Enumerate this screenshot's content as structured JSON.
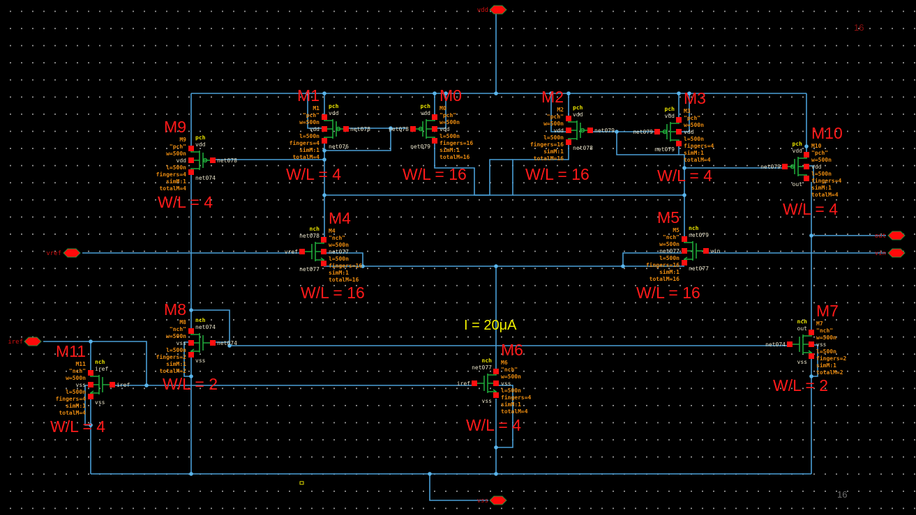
{
  "schematic": {
    "current_annotation": "I = 20μA",
    "corner_label_top": "16",
    "corner_label_bottom": "16",
    "colors": {
      "wire": "#4a9fd8",
      "pin": "#ff1010",
      "label": "#ff1a1a",
      "param": "#e88a10",
      "symbol": "#1fa83a",
      "background": "#000000"
    },
    "pins": [
      {
        "name": "vdd"
      },
      {
        "name": "vss"
      },
      {
        "name": "vref"
      },
      {
        "name": "iref"
      },
      {
        "name": "out"
      },
      {
        "name": "vin"
      }
    ],
    "transistors": [
      {
        "name": "M1",
        "inst": "M1",
        "type": "pch",
        "model": "\"pch\"",
        "w": "w=500n",
        "l": "l=500n",
        "fingers": "fingers=4",
        "simM": "simM:1",
        "totalM": "totalM=4",
        "top": "vdd",
        "gate": "net078",
        "bulk": "vdd",
        "bottom": "net076",
        "wl": "W/L = 4"
      },
      {
        "name": "M0",
        "inst": "M0",
        "type": "pch",
        "model": "\"pch\"",
        "w": "w=500n",
        "l": "l=500n",
        "fingers": "fingers=16",
        "simM": "simM:1",
        "totalM": "totalM=16",
        "top": "vdd",
        "gate": "net078",
        "bulk": "vdd",
        "bottom": "net079",
        "wl": "W/L = 16"
      },
      {
        "name": "M2",
        "inst": "M2",
        "type": "pch",
        "model": "\"pch\"",
        "w": "w=500n",
        "l": "l=500n",
        "fingers": "fingers=16",
        "simM": "simM:1",
        "totalM": "totalM=16",
        "top": "vdd",
        "gate": "net079",
        "bulk": "vdd",
        "bottom": "net078",
        "wl": "W/L = 16"
      },
      {
        "name": "M3",
        "inst": "M3",
        "type": "pch",
        "model": "\"pch\"",
        "w": "w=500n",
        "l": "l=500n",
        "fingers": "fingers=4",
        "simM": "simM:1",
        "totalM": "totalM=4",
        "top": "vdd",
        "gate": "net079",
        "bulk": "vdd",
        "bottom": "net079",
        "wl": "W/L = 4"
      },
      {
        "name": "M9",
        "inst": "M9",
        "type": "pch",
        "model": "\"pch\"",
        "w": "w=500n",
        "l": "l=500n",
        "fingers": "fingers=4",
        "simM": "simM:1",
        "totalM": "totalM=4",
        "top": "vdd",
        "gate": "net078",
        "bulk": "vdd",
        "bottom": "net074",
        "wl": "W/L = 4"
      },
      {
        "name": "M10",
        "inst": "M10",
        "type": "pch",
        "model": "\"pch\"",
        "w": "w=500n",
        "l": "l=500n",
        "fingers": "fingers=4",
        "simM": "simM:1",
        "totalM": "totalM=4",
        "top": "vdd",
        "gate": "net079",
        "bulk": "vdd",
        "bottom": "out",
        "wl": "W/L = 4"
      },
      {
        "name": "M4",
        "inst": "M4",
        "type": "nch",
        "model": "\"nch\"",
        "w": "w=500n",
        "l": "l=500n",
        "fingers": "fingers=16",
        "simM": "simM:1",
        "totalM": "totalM=16",
        "top": "net078",
        "gate": "vref",
        "bulk": "net077",
        "bottom": "net077",
        "wl": "W/L = 16"
      },
      {
        "name": "M5",
        "inst": "M5",
        "type": "nch",
        "model": "\"nch\"",
        "w": "w=500n",
        "l": "l=500n",
        "fingers": "fingers=16",
        "simM": "simM:1",
        "totalM": "totalM=16",
        "top": "net079",
        "gate": "vin",
        "bulk": "net077",
        "bottom": "net077",
        "wl": "W/L = 16"
      },
      {
        "name": "M8",
        "inst": "M8",
        "type": "nch",
        "model": "\"nch\"",
        "w": "w=500n",
        "l": "l=500n",
        "fingers": "fingers=2",
        "simM": "simM:1",
        "totalM": "totalM=2",
        "top": "net074",
        "gate": "net074",
        "bulk": "vss",
        "bottom": "vss",
        "wl": "W/L = 2"
      },
      {
        "name": "M7",
        "inst": "M7",
        "type": "nch",
        "model": "\"nch\"",
        "w": "w=500n",
        "l": "l=500n",
        "fingers": "fingers=2",
        "simM": "simM:1",
        "totalM": "totalM=2",
        "top": "out",
        "gate": "net074",
        "bulk": "vss",
        "bottom": "vss",
        "wl": "W/L = 2"
      },
      {
        "name": "M6",
        "inst": "M6",
        "type": "nch",
        "model": "\"nch\"",
        "w": "w=500n",
        "l": "l=500n",
        "fingers": "fingers=4",
        "simM": "simM:1",
        "totalM": "totalM=4",
        "top": "net077",
        "gate": "iref",
        "bulk": "vss",
        "bottom": "vss",
        "wl": "W/L = 4"
      },
      {
        "name": "M11",
        "inst": "M11",
        "type": "nch",
        "model": "\"nch\"",
        "w": "w=500n",
        "l": "l=500n",
        "fingers": "fingers=4",
        "simM": "simM:1",
        "totalM": "totalM=4",
        "top": "iref",
        "gate": "iref",
        "bulk": "vss",
        "bottom": "vss",
        "wl": "W/L = 4"
      }
    ]
  }
}
